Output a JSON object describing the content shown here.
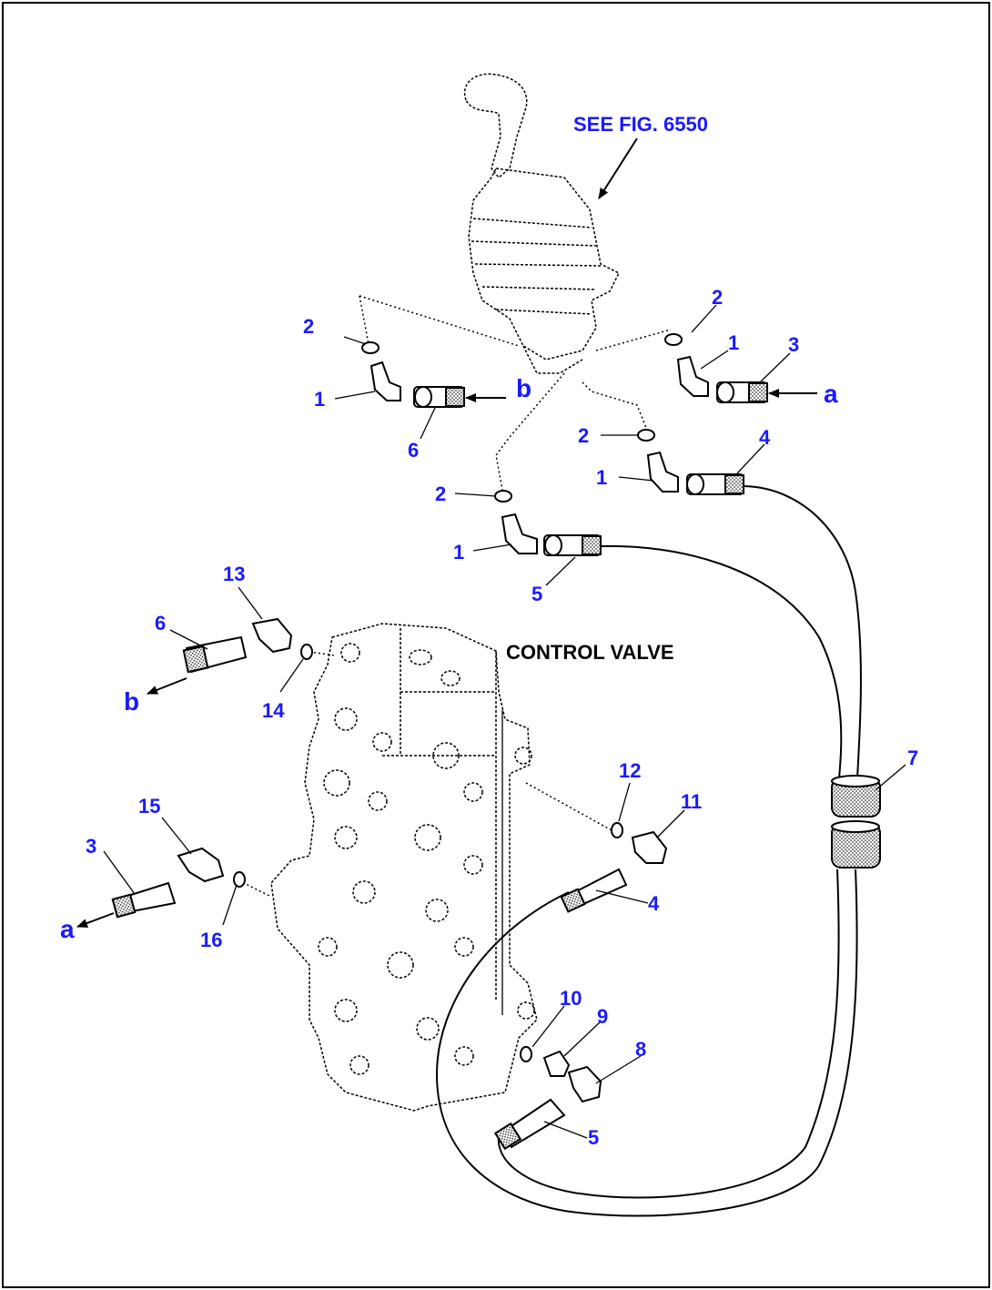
{
  "diagram": {
    "caption": "SEE FIG. 6550",
    "valve_label": "CONTROL VALVE",
    "letters": {
      "a": "a",
      "b": "b"
    },
    "callouts": {
      "p1": "1",
      "p2": "2",
      "p3": "3",
      "p4": "4",
      "p5": "5",
      "p6": "6",
      "p7": "7",
      "p8": "8",
      "p9": "9",
      "p10": "10",
      "p11": "11",
      "p12": "12",
      "p13": "13",
      "p14": "14",
      "p15": "15",
      "p16": "16"
    },
    "colors": {
      "label": "#1a1aff",
      "line": "#000000",
      "background": "#ffffff"
    }
  }
}
